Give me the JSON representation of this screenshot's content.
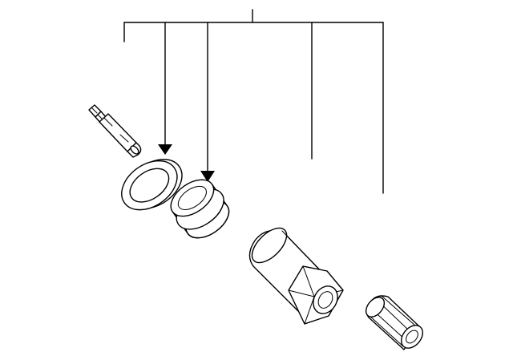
{
  "diagram": {
    "type": "exploded-parts-view",
    "callout_count": 1,
    "parts": [
      {
        "id": "valve-stem"
      },
      {
        "id": "grommet-washer"
      },
      {
        "id": "seal-grommet"
      },
      {
        "id": "hex-nut"
      },
      {
        "id": "valve-cap"
      }
    ],
    "label_text": ""
  }
}
